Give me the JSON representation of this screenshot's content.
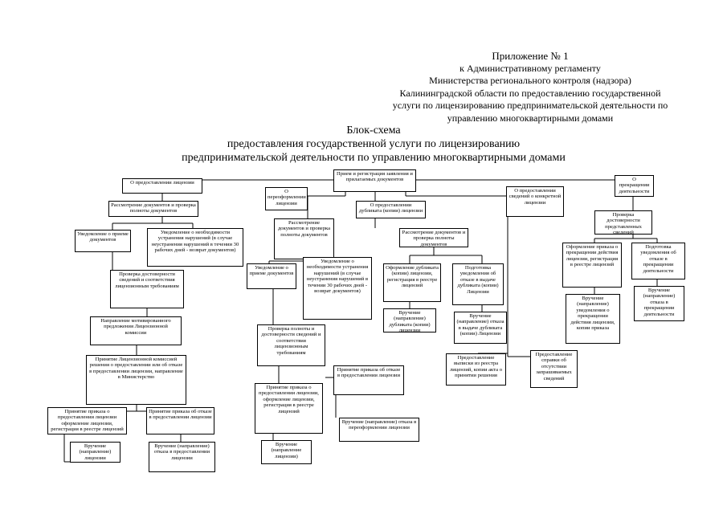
{
  "header": {
    "line1": "Приложение № 1",
    "line2": "к Административному регламенту",
    "line3": "Министерства регионального контроля (надзора)",
    "line4": "Калининградской области по предоставлению государственной",
    "line5": "услуги по лицензированию предпринимательской деятельности по",
    "line6": "управлению многоквартирными домами"
  },
  "title": {
    "line1": "Блок-схема",
    "line2": "предоставления государственной услуги по лицензированию",
    "line3": "предпринимательской деятельности по управлению многоквартирными домами"
  },
  "boxes": {
    "root": "Прием и регистрация заявления и прилагаемых документов",
    "b_predost": "О предоставлении лицензии",
    "b_pereoform": "О переоформлении лицензии",
    "b_dublikat": "О предоставлении дубликата (копии) лицензии",
    "b_svedeniya": "О предоставлении сведений о конкретной лицензии",
    "b_prekrash": "О прекращении деятельности",
    "a_rassm": "Рассмотрение документов и проверка полноты документов",
    "a_uved_priem": "Уведомление о приеме документов",
    "a_uved_neobh": "Уведомление о необходимости устранения нарушений (в случае неустранения нарушений в течении 30 рабочих дней - возврат документов)",
    "a_proverka": "Проверка достоверности сведений и соответствия лицензионным требованиям",
    "a_napravl": "Направление мотивированного предложения Лицензионной комиссии",
    "a_prinyatie": "Принятие Лицензионной комиссией решения о предоставлении или об отказе в предоставлении лицензии, направление в Министерство",
    "a_prikaz_pred": "Принятие приказа о предоставлении лицензии оформление лицензии, регистрация в реестре лицензий",
    "a_prikaz_otk": "Принятие приказа об отказе в предоставлении лицензии",
    "a_vruch_lic": "Вручение (направление) лицензии",
    "a_vruch_otk": "Вручение (направление) отказа в предоставлении лицензии",
    "p_rassm": "Рассмотрение документов и проверка полноты документов",
    "p_uved_priem": "Уведомление о приеме документов",
    "p_uved_neobh": "Уведомление о необходимости устранения нарушений (в случае неустранения нарушений в течении 30 рабочих дней - возврат документов)",
    "p_proverka": "Проверка полноты и достоверности сведений и соответствия лицензионным требованиям",
    "p_prikaz_otk": "Принятие приказа об отказе в предоставлении лицензии",
    "p_prikaz_pere": "Принятие приказа о предоставлении лицензии, оформление лицензии, регистрация в реестре лицензий",
    "p_vruch_otk": "Вручение (направление) отказа в переоформлении лицензии",
    "p_vruch_lic": "Вручение (направление лицензии)",
    "d_rassm": "Рассмотрение документов и проверка полноты документов",
    "d_oform": "Оформление дубликата (копии) лицензии, регистрация в реестре лицензий",
    "d_uved_otk": "Подготовка уведомления об отказе в выдаче дубликата (копии) Лицензии",
    "d_vruch_dub": "Вручение (направление) дубликата (копии) лицензии",
    "d_vruch_otk": "Вручение (направление) отказа в выдаче дубликата (копии) Лицензии",
    "s_vypiska": "Предоставление выписки из реестра лицензий, копии акта о принятии решения",
    "s_spravka": "Предоставление справки об отсутствии запрашиваемых сведений",
    "k_proverka": "Проверка достоверности представленных сведений",
    "k_oform": "Оформление приказа о прекращении действия лицензии, регистрация в реестре лицензий",
    "k_otkaz": "Подготовка уведомления об отказе в прекращении деятельности",
    "k_vruch_uv": "Вручение (направление) уведомления о прекращении действия лицензии, копии приказа",
    "k_vruch_otk": "Вручение (направление) отказа в прекращении деятельности"
  }
}
